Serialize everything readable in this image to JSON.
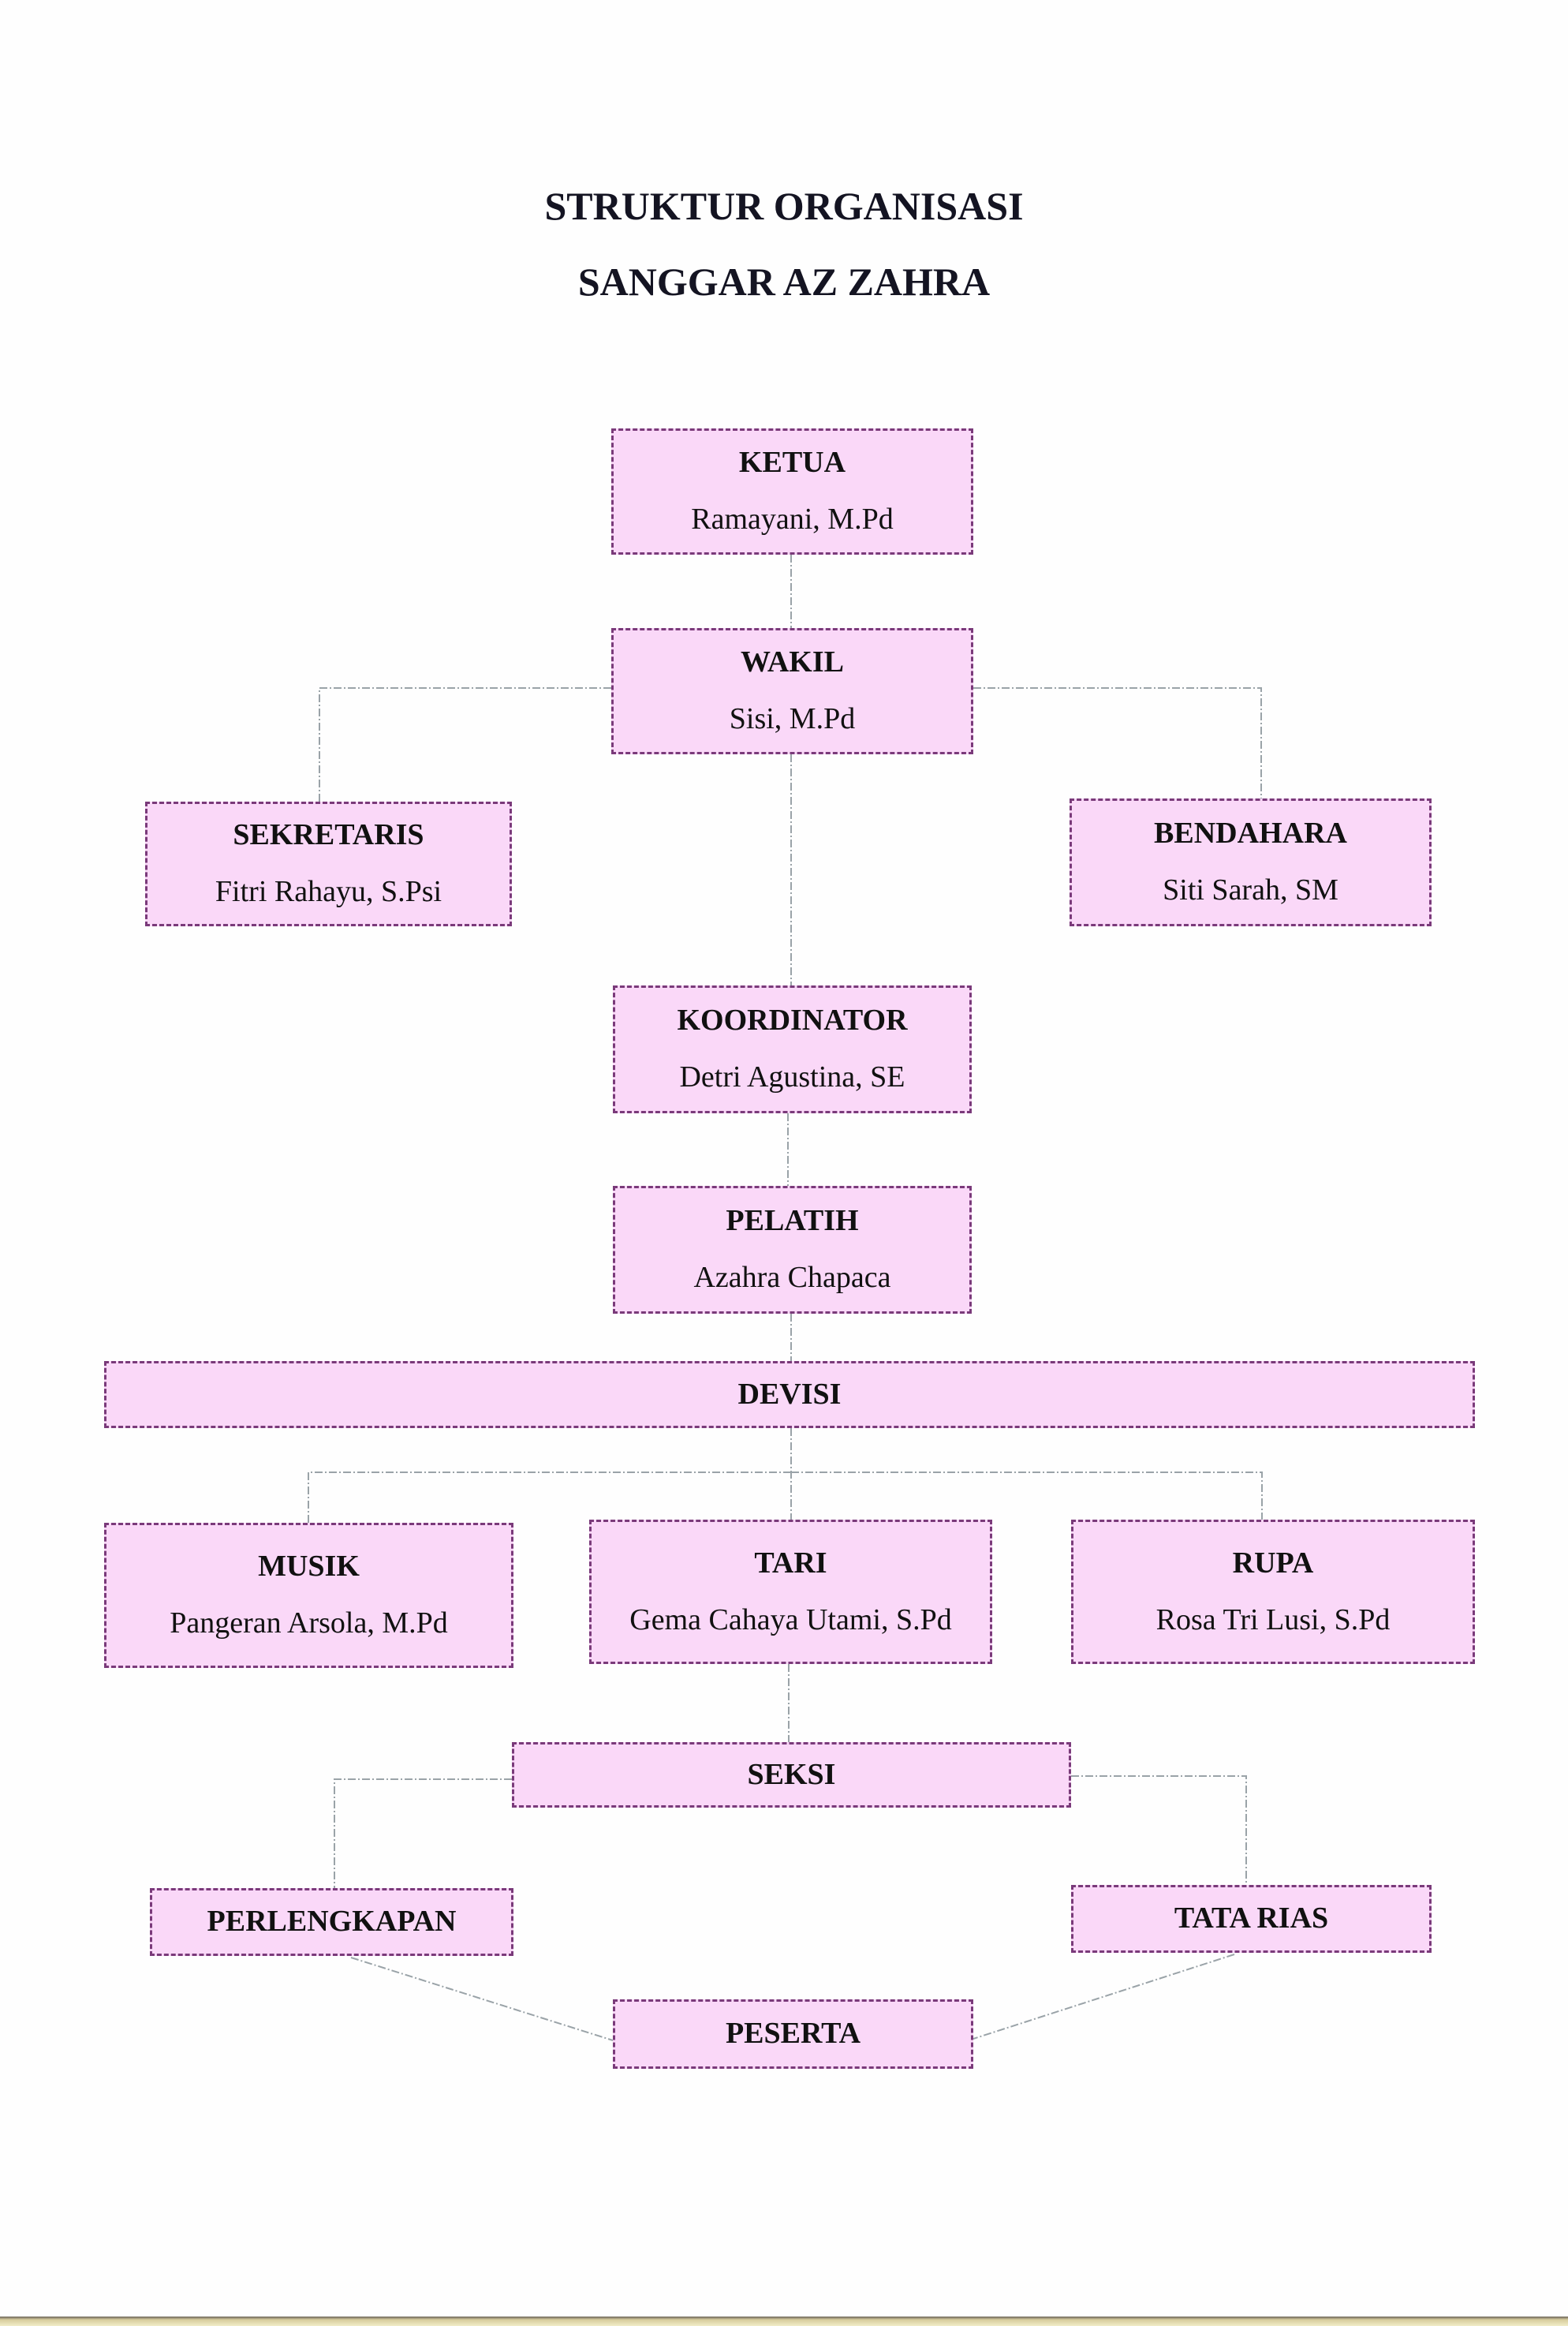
{
  "title": {
    "line1": "STRUKTUR ORGANISASI",
    "line2": "SANGGAR AZ ZAHRA"
  },
  "colors": {
    "box_fill": "#fad8f8",
    "box_border": "#7a3a7a",
    "connector": "#9aa3a8",
    "text": "#111111"
  },
  "nodes": {
    "ketua": {
      "role": "KETUA",
      "name": "Ramayani, M.Pd"
    },
    "wakil": {
      "role": "WAKIL",
      "name": "Sisi, M.Pd"
    },
    "sekretaris": {
      "role": "SEKRETARIS",
      "name": "Fitri Rahayu, S.Psi"
    },
    "bendahara": {
      "role": "BENDAHARA",
      "name": "Siti Sarah, SM"
    },
    "koordinator": {
      "role": "KOORDINATOR",
      "name": "Detri Agustina, SE"
    },
    "pelatih": {
      "role": "PELATIH",
      "name": "Azahra Chapaca"
    },
    "devisi": {
      "role": "DEVISI"
    },
    "musik": {
      "role": "MUSIK",
      "name": "Pangeran Arsola, M.Pd"
    },
    "tari": {
      "role": "TARI",
      "name": "Gema Cahaya Utami, S.Pd"
    },
    "rupa": {
      "role": "RUPA",
      "name": "Rosa Tri Lusi, S.Pd"
    },
    "seksi": {
      "role": "SEKSI"
    },
    "perlengkapan": {
      "role": "PERLENGKAPAN"
    },
    "tata_rias": {
      "role": "TATA RIAS"
    },
    "peserta": {
      "role": "PESERTA"
    }
  },
  "edges": [
    [
      "ketua",
      "wakil"
    ],
    [
      "wakil",
      "sekretaris"
    ],
    [
      "wakil",
      "bendahara"
    ],
    [
      "wakil",
      "koordinator"
    ],
    [
      "koordinator",
      "pelatih"
    ],
    [
      "pelatih",
      "devisi"
    ],
    [
      "devisi",
      "musik"
    ],
    [
      "devisi",
      "tari"
    ],
    [
      "devisi",
      "rupa"
    ],
    [
      "tari",
      "seksi"
    ],
    [
      "seksi",
      "perlengkapan"
    ],
    [
      "seksi",
      "tata_rias"
    ],
    [
      "perlengkapan",
      "peserta"
    ],
    [
      "tata_rias",
      "peserta"
    ]
  ]
}
